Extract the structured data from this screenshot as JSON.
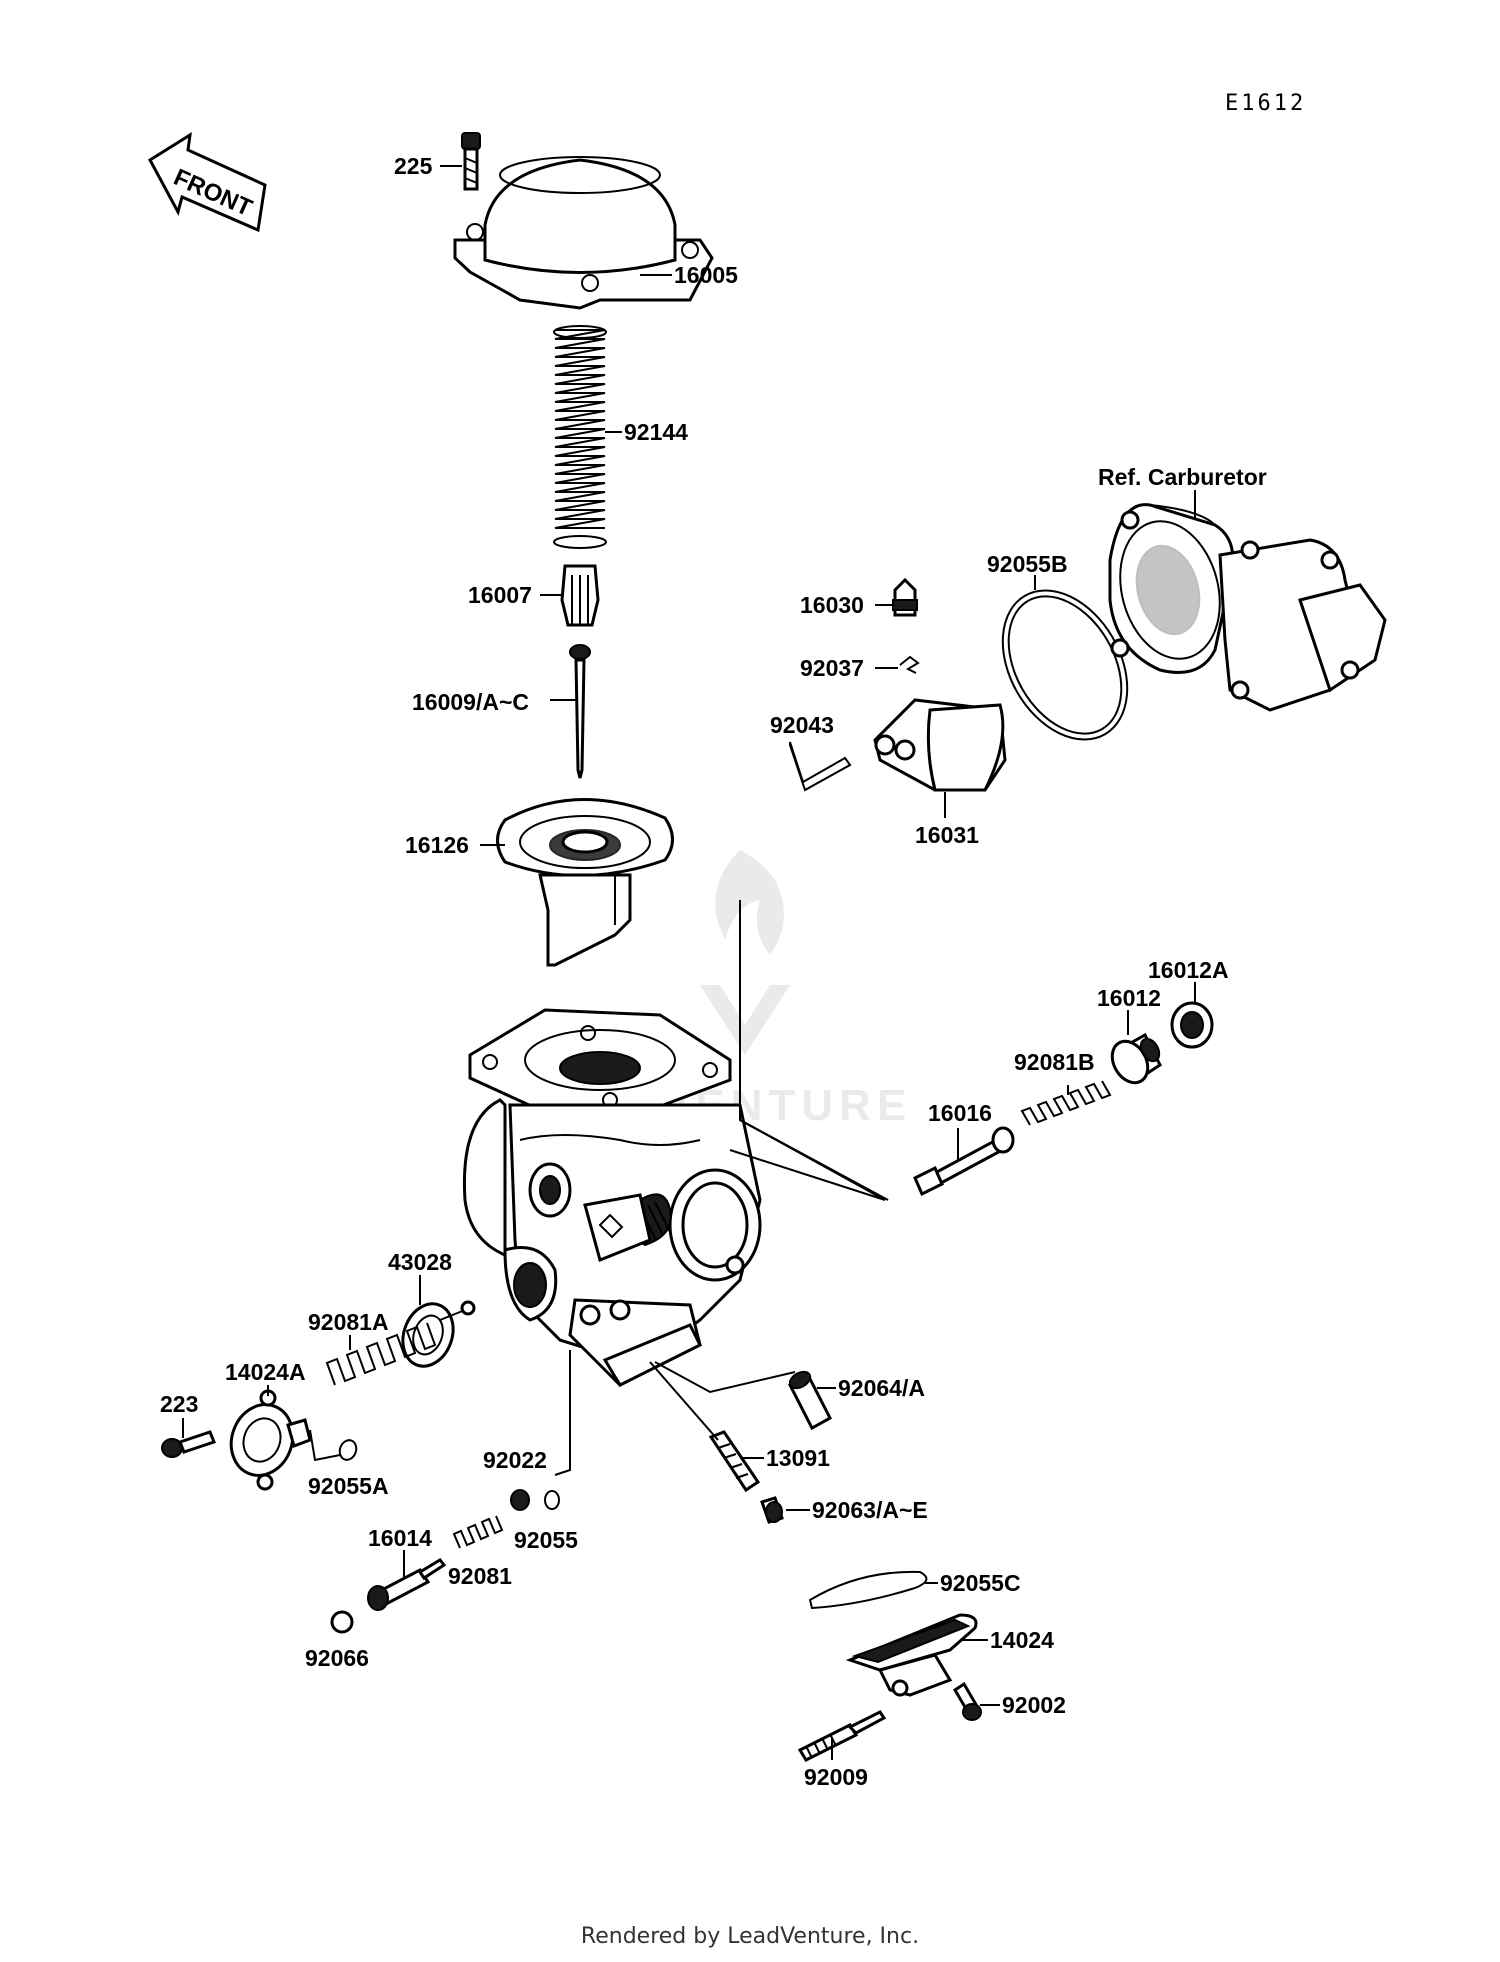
{
  "diagram": {
    "code": "E1612",
    "front_label": "FRONT",
    "ref_label": "Ref. Carburetor",
    "watermark": "VENTURE",
    "callouts": {
      "p225": "225",
      "p16005": "16005",
      "p92144": "92144",
      "p16007": "16007",
      "p16009": "16009/A~C",
      "p16126": "16126",
      "p16030": "16030",
      "p92037": "92037",
      "p92043": "92043",
      "p16031": "16031",
      "p92055B": "92055B",
      "p16012A": "16012A",
      "p16012": "16012",
      "p92081B": "92081B",
      "p16016": "16016",
      "p43028": "43028",
      "p92081A": "92081A",
      "p14024A": "14024A",
      "p223": "223",
      "p92055A": "92055A",
      "p92064": "92064/A",
      "p13091": "13091",
      "p92022": "92022",
      "p92055": "92055",
      "p92063": "92063/A~E",
      "p16014": "16014",
      "p92081": "92081",
      "p92066": "92066",
      "p92055C": "92055C",
      "p14024": "14024",
      "p92002": "92002",
      "p92009": "92009"
    }
  },
  "footer": {
    "text": "Rendered by LeadVenture, Inc."
  }
}
